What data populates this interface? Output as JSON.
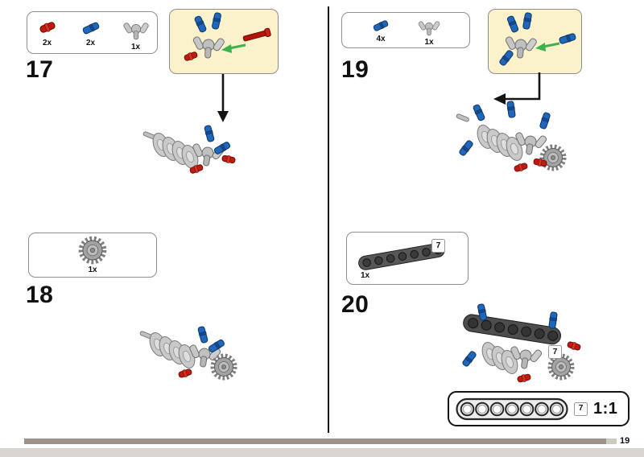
{
  "page": {
    "number": "19"
  },
  "scale": {
    "beam_label": "7",
    "ratio": "1:1"
  },
  "beam_callout": "7",
  "steps": {
    "s17": {
      "number": "17",
      "parts": [
        {
          "qty": "2x",
          "part": "red-pin"
        },
        {
          "qty": "2x",
          "part": "blue-long-pin"
        },
        {
          "qty": "1x",
          "part": "axle-pin-connector"
        }
      ]
    },
    "s18": {
      "number": "18",
      "parts": [
        {
          "qty": "1x",
          "part": "gear"
        }
      ]
    },
    "s19": {
      "number": "19",
      "parts": [
        {
          "qty": "4x",
          "part": "blue-pin"
        },
        {
          "qty": "1x",
          "part": "axle-pin-connector"
        }
      ]
    },
    "s20": {
      "number": "20",
      "parts": [
        {
          "qty": "1x",
          "part": "beam-7"
        }
      ],
      "beam_label": "7"
    }
  }
}
